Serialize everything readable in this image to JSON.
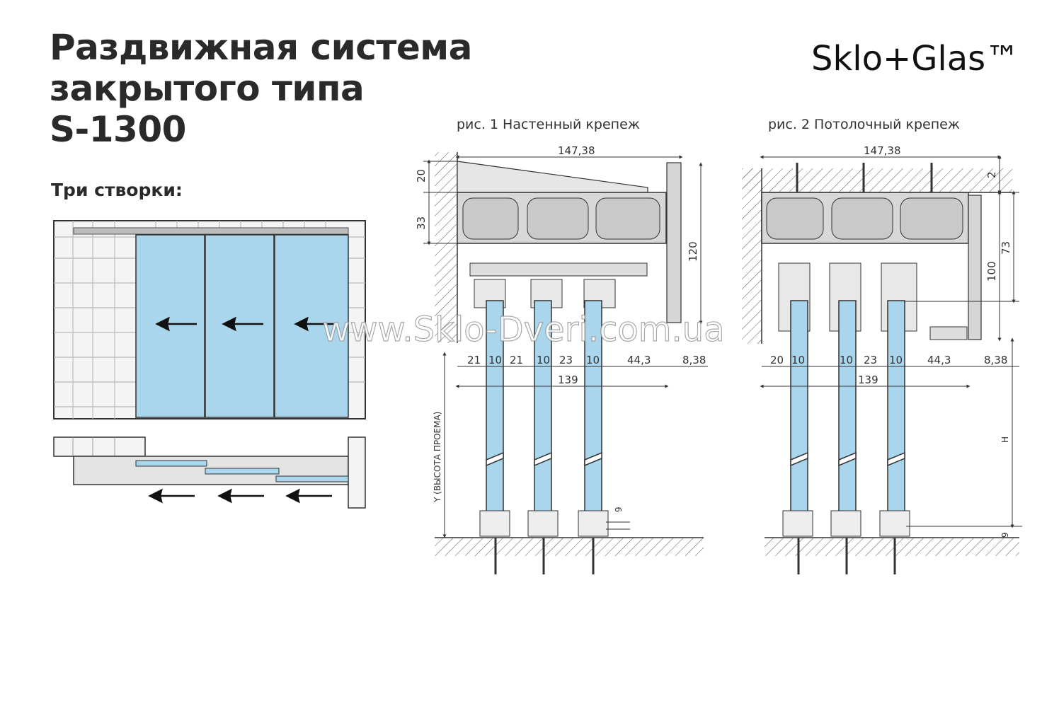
{
  "title": {
    "line1": "Раздвижная система",
    "line2": "закрытого типа",
    "line3": "S-1300"
  },
  "subtitle": "Три створки:",
  "brand": "Sklo+Glas™",
  "watermark": "www.Sklo-Dveri.com.ua",
  "fig1": {
    "caption": "рис. 1 Настенный крепеж",
    "dim_top": "147,38",
    "dim_20": "20",
    "dim_33": "33",
    "dim_120": "120",
    "row": [
      "21",
      "10",
      "21",
      "10",
      "23",
      "10",
      "44,3"
    ],
    "dim_side": "8,38",
    "dim_139": "139",
    "y_label": "Y (ВЫСОТА ПРОЕМА)",
    "dim_9": "9"
  },
  "fig2": {
    "caption": "рис. 2 Потолочный крепеж",
    "dim_top": "147,38",
    "dim_2": "2",
    "dim_73": "73",
    "dim_100": "100",
    "row": [
      "20",
      "10",
      "10",
      "23",
      "10",
      "44,3"
    ],
    "dim_side": "8,38",
    "dim_139": "139",
    "h_label": "H",
    "dim_9": "9"
  },
  "colors": {
    "glass": "#a9d6ec",
    "tile": "#ececec",
    "line": "#333333"
  }
}
